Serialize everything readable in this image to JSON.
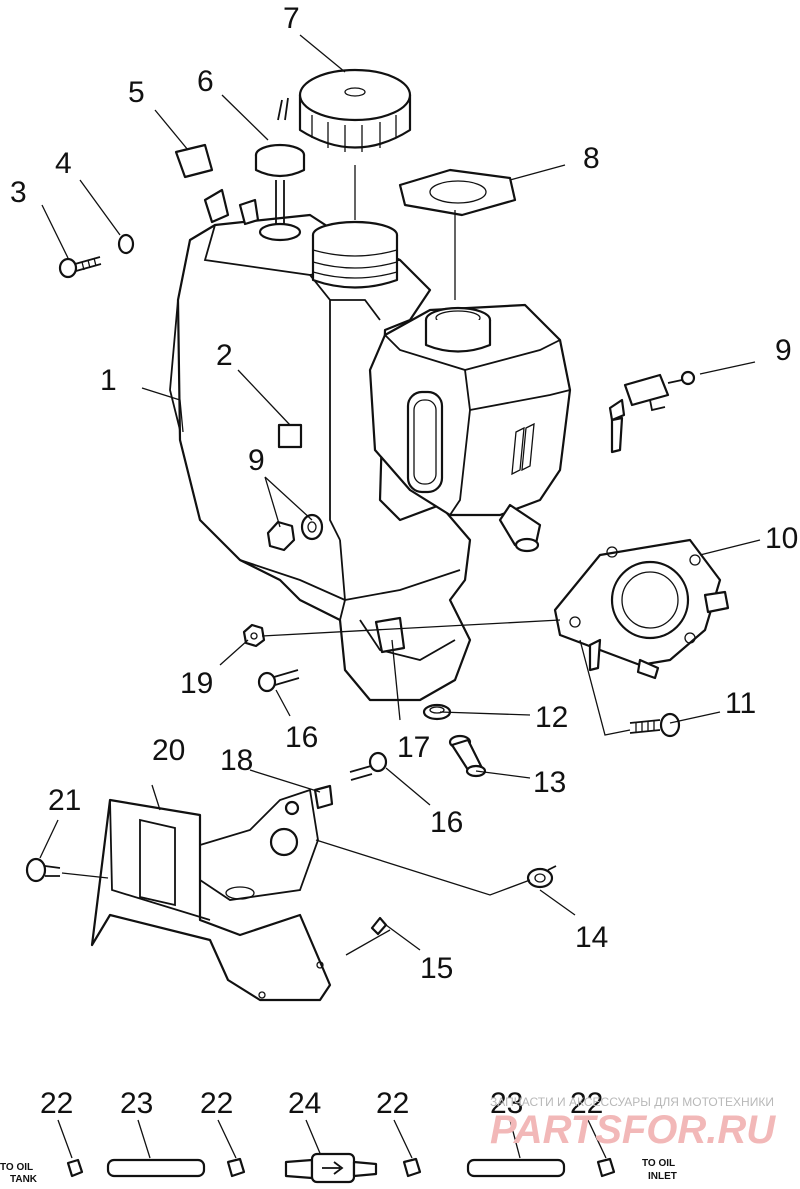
{
  "callouts": [
    {
      "id": "c1",
      "label": "1"
    },
    {
      "id": "c2",
      "label": "2"
    },
    {
      "id": "c3",
      "label": "3"
    },
    {
      "id": "c4",
      "label": "4"
    },
    {
      "id": "c5",
      "label": "5"
    },
    {
      "id": "c6",
      "label": "6"
    },
    {
      "id": "c7",
      "label": "7"
    },
    {
      "id": "c8",
      "label": "8"
    },
    {
      "id": "c9a",
      "label": "9"
    },
    {
      "id": "c9b",
      "label": "9"
    },
    {
      "id": "c10",
      "label": "10"
    },
    {
      "id": "c11",
      "label": "11"
    },
    {
      "id": "c12",
      "label": "12"
    },
    {
      "id": "c13",
      "label": "13"
    },
    {
      "id": "c14",
      "label": "14"
    },
    {
      "id": "c15",
      "label": "15"
    },
    {
      "id": "c16a",
      "label": "16"
    },
    {
      "id": "c16b",
      "label": "16"
    },
    {
      "id": "c17",
      "label": "17"
    },
    {
      "id": "c18",
      "label": "18"
    },
    {
      "id": "c19",
      "label": "19"
    },
    {
      "id": "c20",
      "label": "20"
    },
    {
      "id": "c21",
      "label": "21"
    }
  ],
  "hose_row": {
    "callouts": [
      "22",
      "23",
      "22",
      "24",
      "22",
      "23",
      "22"
    ],
    "left_label": [
      "TO OIL",
      "TANK"
    ],
    "right_label": [
      "TO OIL",
      "INLET"
    ]
  },
  "watermark": {
    "line1": "ЗАПЧАСТИ И АКСЕССУАРЫ ДЛЯ МОТОТЕХНИКИ",
    "brand": "PARTSFOR.RU"
  }
}
